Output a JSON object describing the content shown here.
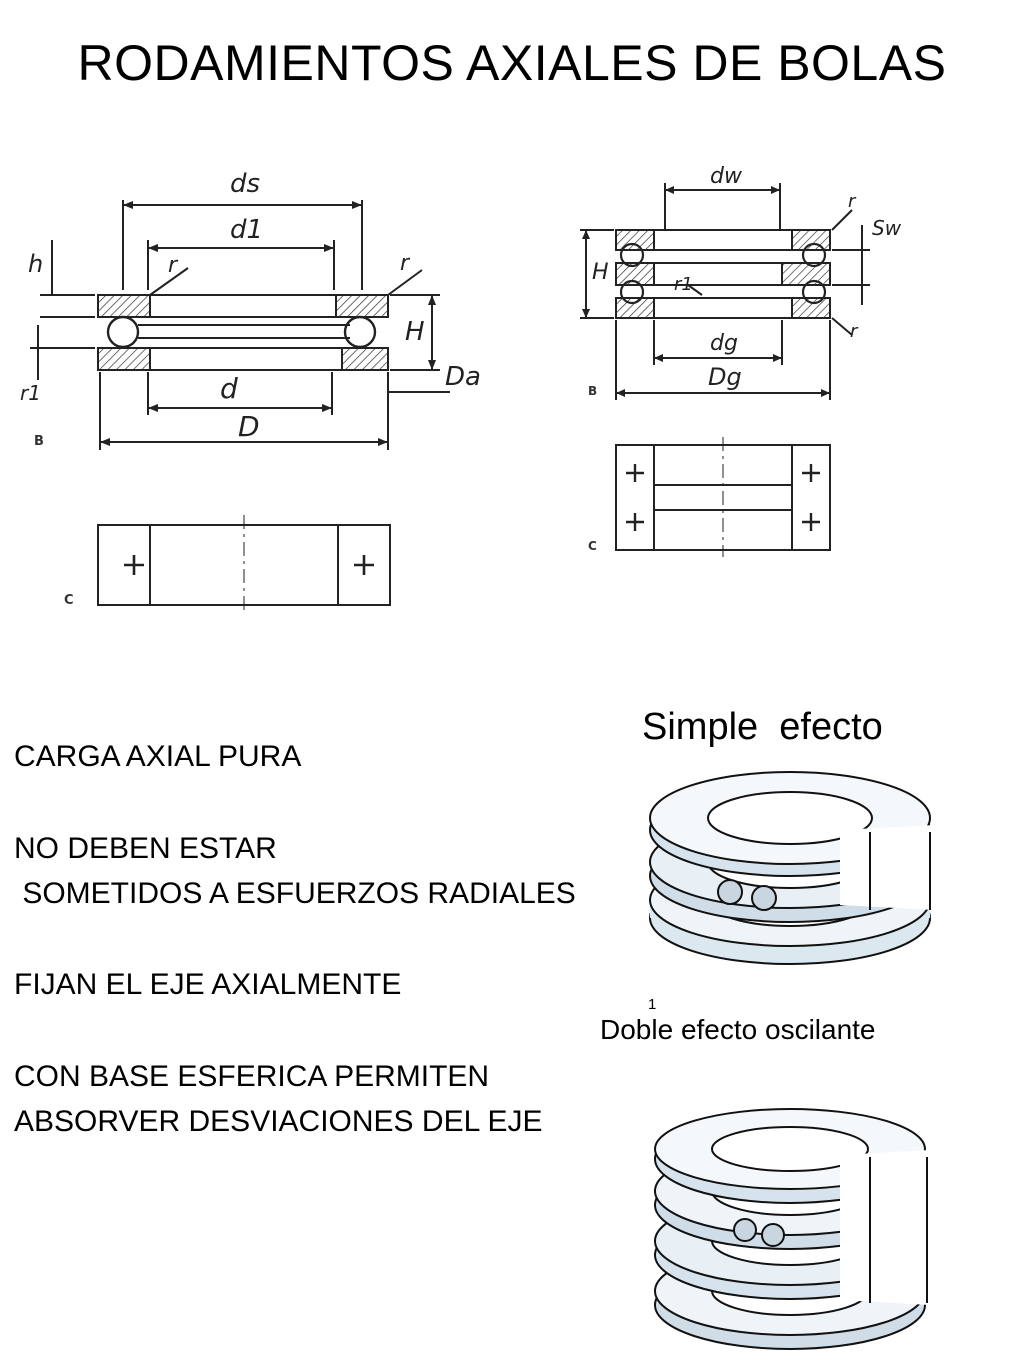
{
  "title": "RODAMIENTOS AXIALES DE BOLAS",
  "drawing_single": {
    "dim_ds": "ds",
    "dim_d1": "d1",
    "dim_d": "d",
    "dim_D": "D",
    "dim_Da": "Da",
    "dim_H": "H",
    "dim_h": "h",
    "dim_r": "r",
    "dim_r1": "r1",
    "label_B": "B",
    "label_C": "C"
  },
  "drawing_double": {
    "dim_dw": "dw",
    "dim_dg": "dg",
    "dim_Dg": "Dg",
    "dim_H": "H",
    "dim_Sw": "Sw",
    "dim_r": "r",
    "dim_r1": "r1",
    "label_B": "B",
    "label_C": "C"
  },
  "bullets": [
    "CARGA AXIAL PURA",
    "NO DEBEN ESTAR",
    " SOMETIDOS A ESFUERZOS RADIALES",
    "FIJAN EL EJE AXIALMENTE",
    "CON BASE ESFERICA PERMITEN",
    "ABSORVER DESVIACIONES DEL EJE"
  ],
  "caption_simple": "Simple  efecto",
  "figure_number": "1",
  "caption_double": "Doble efecto oscilante"
}
